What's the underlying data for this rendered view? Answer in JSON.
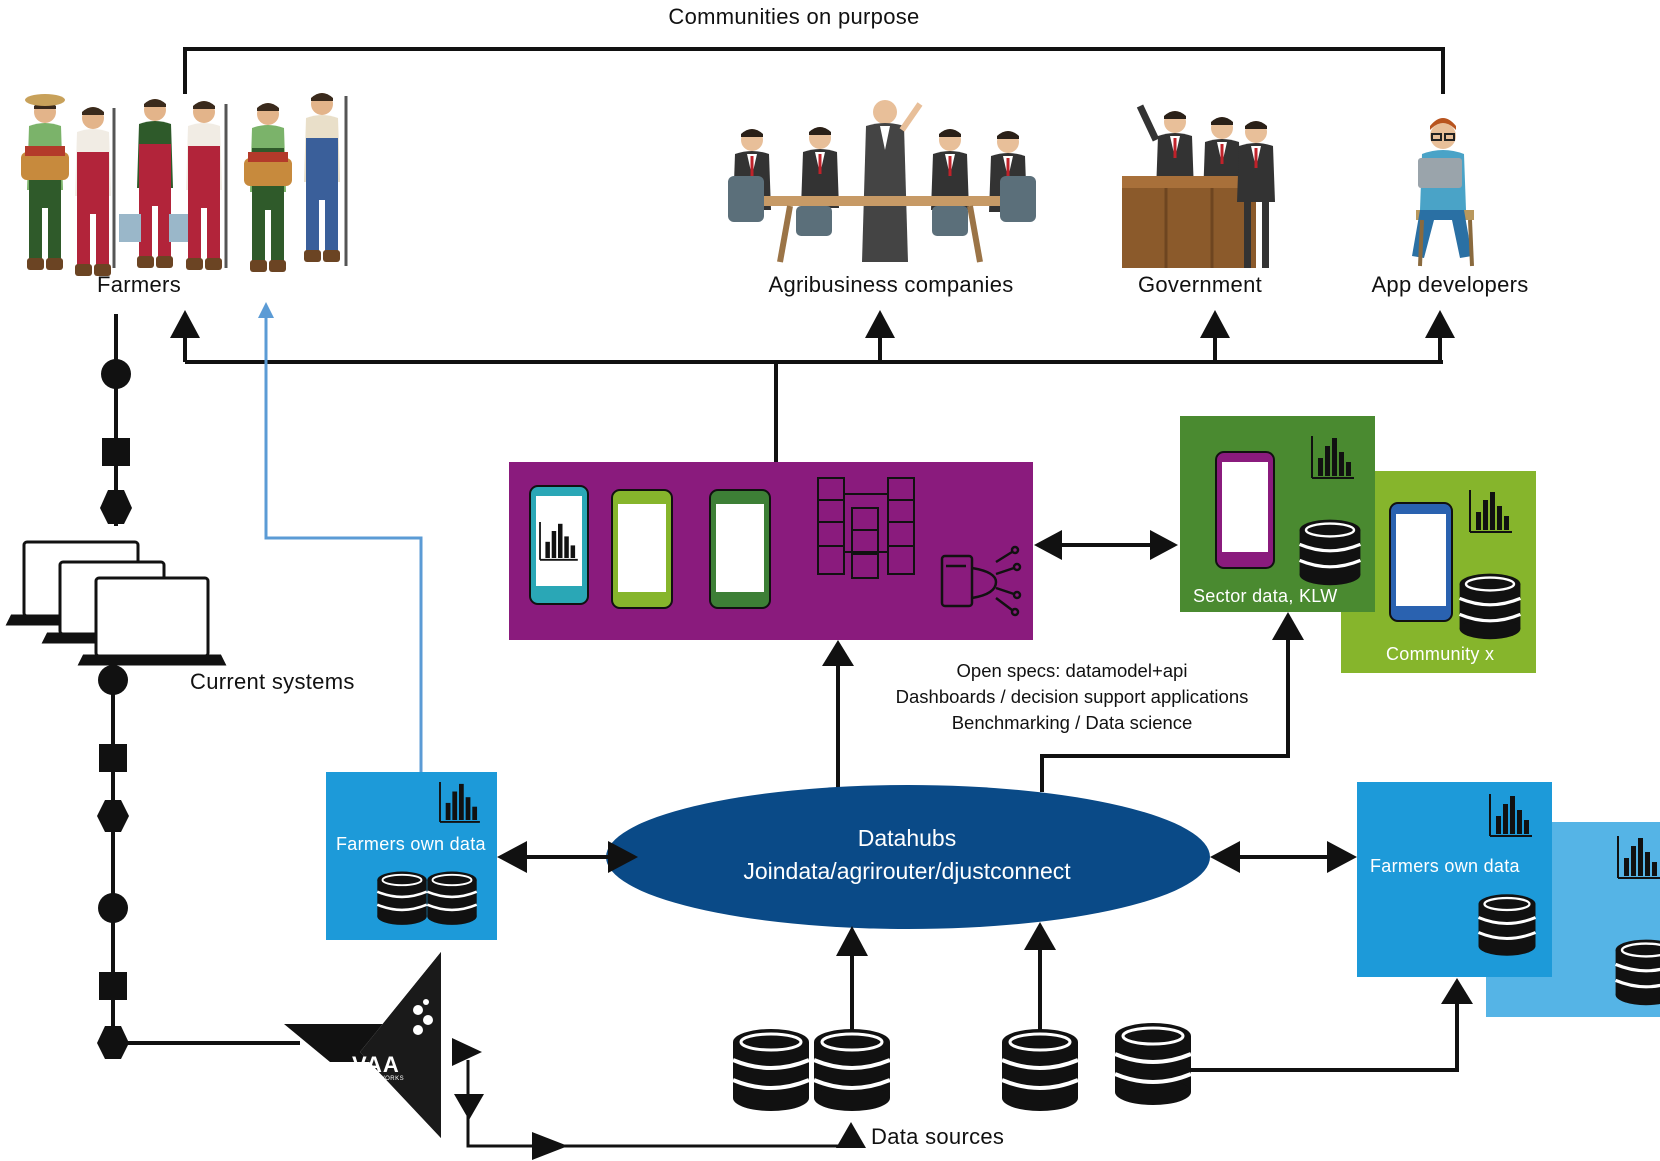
{
  "header": {
    "communities_label": "Communities  on purpose"
  },
  "stakeholders": {
    "farmers": "Farmers",
    "agribusiness": "Agribusiness companies",
    "government": "Government",
    "app_developers": "App developers"
  },
  "left": {
    "current_systems": "Current systems"
  },
  "hub": {
    "line1": "Datahubs",
    "line2": "Joindata/agrirouter/djustconnect"
  },
  "specs": {
    "line1": "Open specs: datamodel+api",
    "line2": "Dashboards / decision support applications",
    "line3": "Benchmarking / Data science"
  },
  "boxes": {
    "farmers_own_left": "Farmers own data",
    "farmers_own_right": "Farmers own data",
    "sector": "Sector  data, KLW",
    "community": "Community x"
  },
  "footer": {
    "data_sources": "Data sources"
  },
  "logo": {
    "main": "VAA",
    "sub": "DATA WORKS"
  },
  "colors": {
    "platform_purple": "#8a1b7d",
    "sector_green": "#4a8a30",
    "community_green": "#86b52c",
    "farmer_blue": "#1d9ad9",
    "farmer_blue_back": "#55b4e6",
    "hub_navy": "#0a4a87",
    "link_blue": "#5b9bd5"
  }
}
